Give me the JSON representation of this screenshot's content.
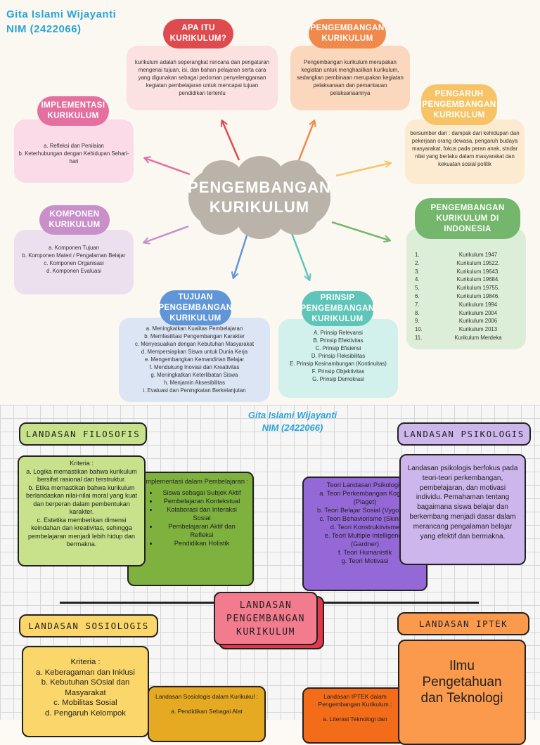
{
  "author": {
    "name": "Gita Islami Wijayanti",
    "nim": "NIM (2422066)"
  },
  "center": {
    "title": "PENGEMBANGAN KURIKULUM"
  },
  "apa_itu": {
    "title": "APA ITU KURIKULUM?",
    "text": "kurikulum adalah seperangkat rencana dan pengaturan mengenai tujuan, isi, dan bahan pelajaran serta cara yang digunakan sebagai pedoman penyelenggaraan kegiatan pembelajaran untuk mencapai tujuan pendidikan tertentu"
  },
  "pengembangan": {
    "title": "PENGEMBANGAN KURIKULUM",
    "text": "Pengembangan kurikulum merupakan kegiatan untuk menghasilkan kurikulum, sedangkan pembinaan merupakan kegiatan pelaksanaan dan pemantauan pelaksanaannya"
  },
  "implementasi": {
    "title": "IMPLEMENTASI KURIKULUM",
    "items": [
      "a. Refleksi dan Penilaian",
      "b. Keterhubungan dengan Kehidupan Sehari-hari"
    ]
  },
  "pengaruh": {
    "title": "PENGARUH PENGEMBANGAN KURIKULUM",
    "text": "bersumber dari : dampak dari kehidupan dan pekerjaan orang dewasa, pengaruh budaya masyarakat, fokus pada peran anak, stndar nilai yang berlaku dalam masyarakat dan kekuatan sosial politik"
  },
  "komponen": {
    "title": "KOMPONEN KURIKULUM",
    "items": [
      "a. Komponen Tujuan",
      "b. Komponen Materi / Pengalaman Belajar",
      "c. Komponen Organisasi",
      "d. Komponen Evaluasi"
    ]
  },
  "indonesia": {
    "title": "PENGEMBANGAN KURIKULUM DI INDONESIA",
    "items": [
      {
        "num": "1.",
        "label": "Kurikulum 1947"
      },
      {
        "num": "2.",
        "label": "Kurikulum 19522."
      },
      {
        "num": "3.",
        "label": "Kurikulum 19643."
      },
      {
        "num": "4.",
        "label": "Kurikulum 19684."
      },
      {
        "num": "5.",
        "label": "Kurikulum 19755."
      },
      {
        "num": "6.",
        "label": "Kurikulum 19846."
      },
      {
        "num": "7.",
        "label": "Kurikulum 1994"
      },
      {
        "num": "8.",
        "label": "Kurikulum 2004"
      },
      {
        "num": "9.",
        "label": "Kurikulum 2006"
      },
      {
        "num": "10.",
        "label": "Kurikulum 2013"
      },
      {
        "num": "11.",
        "label": "Kurikulum Merdeka"
      }
    ]
  },
  "tujuan": {
    "title": "TUJUAN PENGEMBANGAN KURIKULUM",
    "items": [
      "a. Meningkatkan Kualitas Pembelajaran",
      "b. Memfasilitasi Pengembangan Karakter",
      "c. Menyesuaikan dengan Kebutuhan Masyarakat",
      "d. Mempersiapkan Siswa untuk Dunia Kerja",
      "e. Mengembangkan Kemandirian Belajar",
      "f. Mendukung Inovasi dan Kreativitas",
      "g. Meningkatkan Keterlibatan Siswa",
      "h. Menjamin Aksesibilitas",
      "i. Evaluasi dan Peningkatan Berkelanjutan"
    ]
  },
  "prinsip": {
    "title": "PRINSIP PENGEMBANGAN KURIKULUM",
    "items": [
      "A. Prinsip Relevansi",
      "B. Prinsip Efektivitas",
      "C. Prinsip Efisiensi",
      "D. Prinsip Fleksibilitas",
      "E. Prinsip Kesinambungan (Kontinuitas)",
      "F. Prinsip Objektivitas",
      "G. Prinsip Demokrasi"
    ]
  },
  "landasan": {
    "center": "LANDASAN PENGEMBANGAN KURIKULUM",
    "filosofis": {
      "title": "LANDASAN FILOSOFIS",
      "kriteria": "Kriteria :\na. Logika memastikan bahwa kurikulum bersifat rasional dan terstruktur.\nb. Etika memastikan bahwa kurikulum berlandaskan nilai-nilai moral yang kuat dan berperan dalam pembentukan karakter.\nc. Estetika memberikan dimensi keindahan dan kreativitas, sehingga pembelajaran menjadi lebih hidup dan bermakna.",
      "impl_title": "Implementasi dalam Pembelajaran :",
      "impl_items": [
        "Siswa sebagai Subjek Aktif",
        "Pembelajaran Kontekstual",
        "Kolaborasi dan Interaksi Sosial",
        "Pembelajaran Aktif dan Refleksi",
        "Pendidikan Holistik"
      ]
    },
    "psikologis": {
      "title": "LANDASAN PSIKOLOGIS",
      "desc": "Landasan psikologis berfokus pada teori-teori perkembangan, pembelajaran, dan motivasi individu. Pemahaman tentang bagaimana siswa belajar dan berkembang menjadi dasar dalam merancang pengalaman belajar yang efektif dan bermakna.",
      "teori_title": "Teori Landasan Psikologi :",
      "teori_items": [
        "a. Teori Perkembangan Kognitif (Piaget)",
        "b. Teori Belajar Sosial (Vygotsky)",
        "c. Teori Behaviorisme (Skinner)",
        "d. Teori Konstruktivisme",
        "e. Teori Multiple Intelligence (Gardner)",
        "f. Teori Humanistik",
        "g. Teori Motivasi"
      ]
    },
    "sosiologis": {
      "title": "LANDASAN SOSIOLOGIS",
      "kriteria": "Kriteria :\na. Keberagaman dan Inklusi\nb. Kebutuhan SOsial dan Masyarakat\nc. Mobilitas Sosial\nd. Pengaruh Kelompok",
      "dalam_title": "Landasan Sosiologis dalam Kurikukul :",
      "dalam_item": "a. Pendidikan Sebagai Alat"
    },
    "iptek": {
      "title": "LANDASAN IPTEK",
      "big": "Ilmu Pengetahuan dan Teknologi",
      "dalam_title": "Landasan IPTEK dalam Pengembangan Kurikulum :",
      "dalam_item": "a. Literasi Teknologi dan"
    }
  },
  "colors": {
    "apa_itu": "#dd4b4f",
    "pengembangan": "#f0894c",
    "implementasi": "#e56f9e",
    "pengaruh": "#f6c467",
    "komponen": "#c98fc9",
    "indonesia": "#74b76c",
    "tujuan": "#6096d7",
    "prinsip": "#5fc5b8",
    "center": "#bab3aa"
  }
}
